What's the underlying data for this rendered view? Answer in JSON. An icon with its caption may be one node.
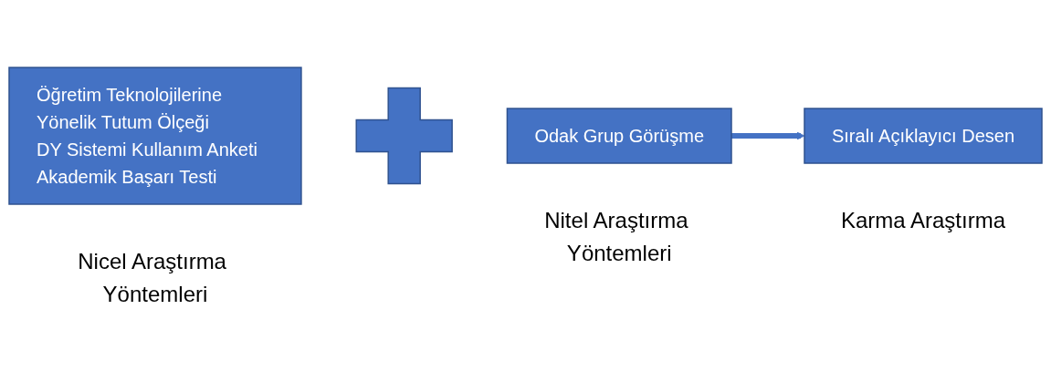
{
  "diagram": {
    "nodes": [
      {
        "text": [
          "Öğretim Teknolojilerine Yönelik Tutum Ölçeği",
          "DY Sistemi Kullanım Anketi",
          "Akademik Başarı Testi"
        ],
        "beside": [
          "Nicel Araştırma Yöntemleri"
        ]
      },
      {
        "text": [],
        "shape": "plus"
      },
      {
        "text": [
          "Odak Grup Görüşme"
        ],
        "beside": [
          "Nitel Araştırma Yöntemleri"
        ]
      },
      {
        "text": [
          "Sıralı Açıklayıcı Desen"
        ],
        "beside": [
          "Karma Araştırma"
        ]
      }
    ],
    "edges": [
      {
        "from": 2,
        "to": 3,
        "arrow": "to"
      }
    ]
  }
}
